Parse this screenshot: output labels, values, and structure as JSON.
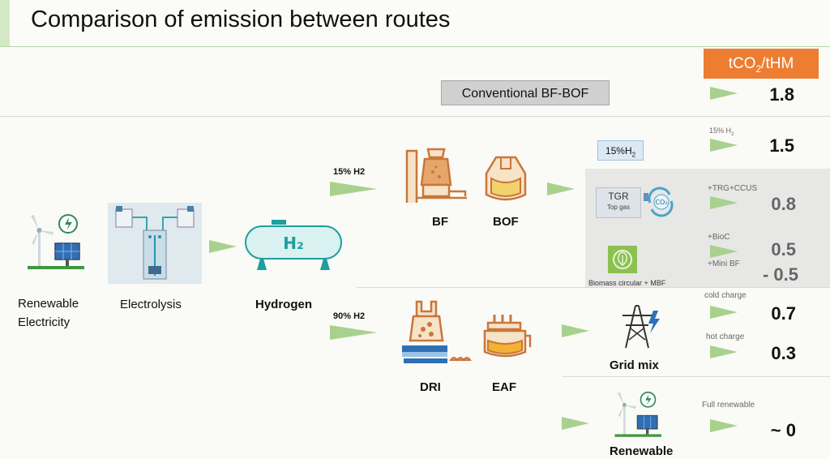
{
  "title": "Comparison of emission between routes",
  "unit": {
    "main": "tCO",
    "sub": "2",
    "suffix": "/tHM"
  },
  "conventional": {
    "label": "Conventional BF-BOF",
    "value": "1.8"
  },
  "sources": {
    "renewable_electricity": "Renewable\nElectricity",
    "electrolysis": "Electrolysis",
    "hydrogen": "Hydrogen"
  },
  "routes": {
    "upper_label": "15% H2",
    "lower_label": "90% H2",
    "bf": "BF",
    "bof": "BOF",
    "dri": "DRI",
    "eaf": "EAF"
  },
  "upper_options": {
    "h2_box": "15%H",
    "h2_box_sub": "2",
    "tgr_title": "TGR",
    "tgr_sub": "Top gas",
    "biomass": "Biomass circular + MBF",
    "notes": {
      "h2": "15% H",
      "h2_sub": "2",
      "trg": "+TRG+CCUS",
      "bioc": "+BioC",
      "mini": "+Mini BF"
    },
    "values": {
      "h2": "1.5",
      "trg": "0.8",
      "bioc": "0.5",
      "mini": "- 0.5"
    }
  },
  "lower_options": {
    "grid_mix": "Grid mix",
    "renewable": "Renewable",
    "notes": {
      "cold": "cold charge",
      "hot": "hot charge",
      "full": "Full renewable"
    },
    "values": {
      "cold": "0.7",
      "hot": "0.3",
      "full": "~ 0"
    }
  },
  "icons": [
    "wind-solar-icon",
    "electrolyzer-icon",
    "hydrogen-tank-icon",
    "blast-furnace-icon",
    "converter-icon",
    "dri-plant-icon",
    "electric-arc-furnace-icon",
    "co2-recycle-icon",
    "biomass-icon",
    "power-tower-icon"
  ],
  "colors": {
    "unit_box": "#ed7d31",
    "arrow": "#a9d18e",
    "grey_panel": "#e7e7e6",
    "conv_box": "#d0d0d0",
    "h2_box": "#dce9f5",
    "icon_orange": "#c9773a"
  }
}
